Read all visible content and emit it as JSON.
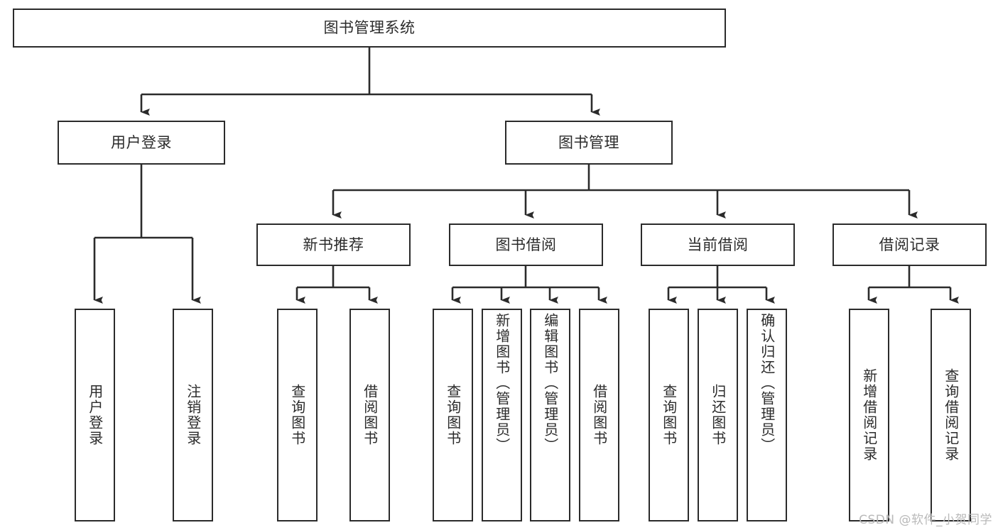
{
  "diagram": {
    "title": "图书管理系统",
    "type": "hierarchy-tree",
    "background": "#ffffff",
    "line_color": "#2b2b2b",
    "box_border_color": "#2b2b2b",
    "box_fill": "#ffffff",
    "text_color": "#2b2b2b"
  },
  "root": {
    "label": "图书管理系统"
  },
  "level2": [
    {
      "label": "用户登录"
    },
    {
      "label": "图书管理"
    }
  ],
  "level3": [
    {
      "label": "新书推荐"
    },
    {
      "label": "图书借阅"
    },
    {
      "label": "当前借阅"
    },
    {
      "label": "借阅记录"
    }
  ],
  "leaves": {
    "user_login": [
      {
        "label": "用户登录"
      },
      {
        "label": "注销登录"
      }
    ],
    "new_book_recommend": [
      {
        "label": "查询图书"
      },
      {
        "label": "借阅图书"
      }
    ],
    "book_borrow": [
      {
        "label": "查询图书"
      },
      {
        "label": "新增图书（管理员）"
      },
      {
        "label": "编辑图书（管理员）"
      },
      {
        "label": "借阅图书"
      }
    ],
    "current_borrow": [
      {
        "label": "查询图书"
      },
      {
        "label": "归还图书"
      },
      {
        "label": "确认归还（管理员）"
      }
    ],
    "borrow_records": [
      {
        "label": "新增借阅记录"
      },
      {
        "label": "查询借阅记录"
      }
    ]
  },
  "watermark": {
    "text": "CSDN @软件_小贺同学"
  }
}
